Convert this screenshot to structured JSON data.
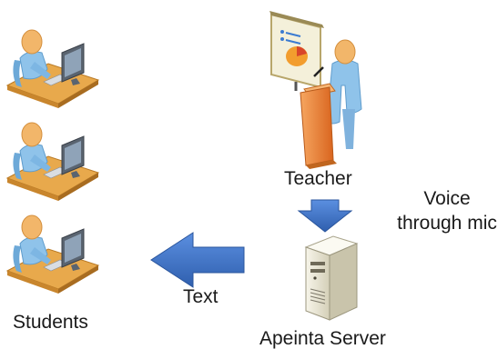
{
  "labels": {
    "teacher": "Teacher",
    "voice": "Voice through mic",
    "text": "Text",
    "students": "Students",
    "server": "Apeinta Server"
  },
  "colors": {
    "arrow": "#3a6fc4",
    "skin": "#f2b66a",
    "shirt": "#8fc3ea",
    "desk": "#e8a94c",
    "podium": "#e8772e",
    "monitor": "#5a6470",
    "server_body": "#eeead8"
  },
  "icons": [
    "student-workstation-icon",
    "teacher-presenter-icon",
    "presentation-board-icon",
    "server-tower-icon",
    "down-arrow-icon",
    "left-arrow-icon"
  ]
}
